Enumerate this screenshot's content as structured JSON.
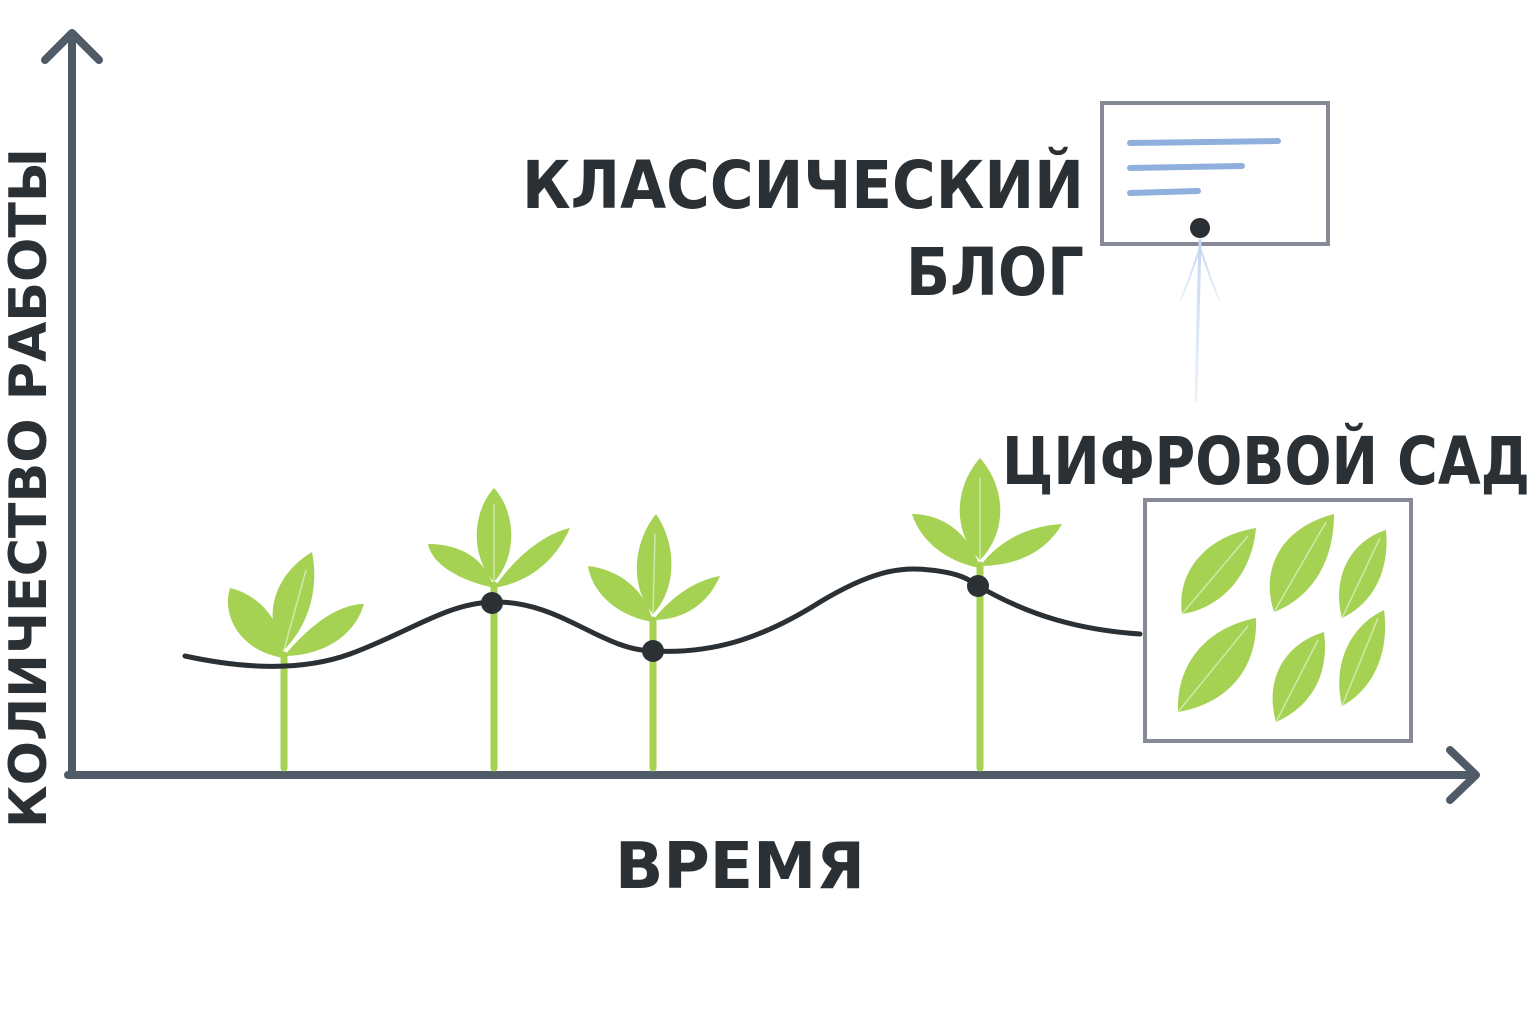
{
  "axes": {
    "y_label": "КОЛИЧЕСТВО РАБОТЫ",
    "x_label": "ВРЕМЯ"
  },
  "labels": {
    "classic_blog_line1": "КЛАССИЧЕСКИЙ",
    "classic_blog_line2": "БЛОГ",
    "digital_garden": "ЦИФРОВОЙ САД"
  },
  "icons": {
    "sprout": "sprout-icon",
    "leaf": "leaf-icon",
    "blog_card": "blog-card-icon"
  },
  "colors": {
    "axis": "#4f5b67",
    "text": "#2b3034",
    "curve": "#2b3034",
    "leaf": "#a6d254",
    "leaf_vein": "#cfe7a0",
    "card_border": "#858a96",
    "card_lines": "#8fb0dc",
    "connector": "#d4e2f4"
  }
}
